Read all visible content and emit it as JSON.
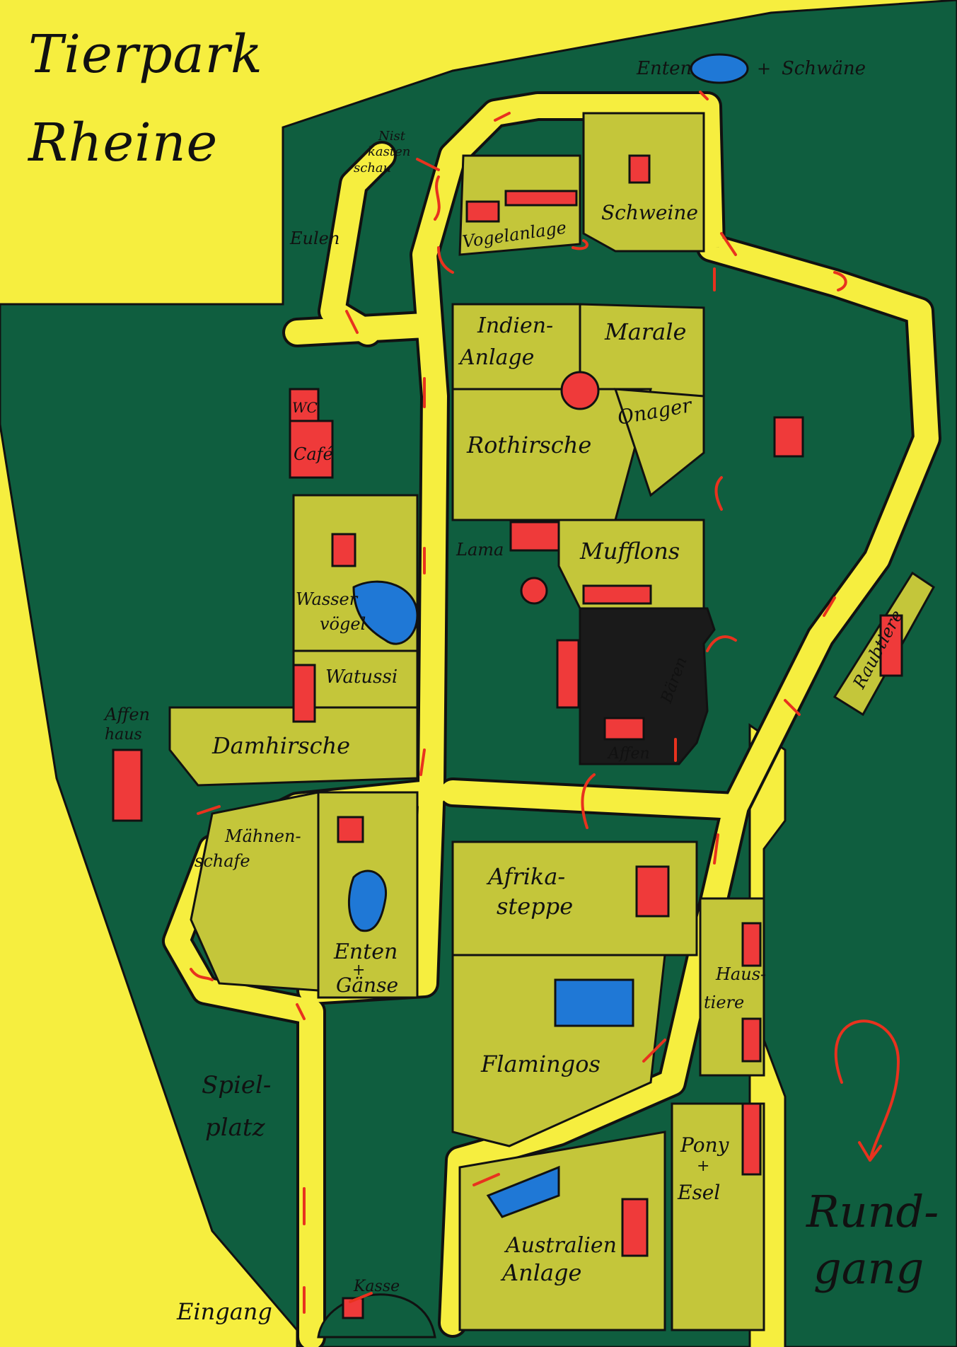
{
  "title": {
    "line1": "Tierpark",
    "line2": "Rheine"
  },
  "legend": {
    "line1": "Rund-",
    "line2": "gang"
  },
  "colors": {
    "background": "#f6ee3f",
    "forest": "#0f5e3f",
    "enclosure": "#c4c63a",
    "path": "#f6ee3f",
    "building": "#ef3a3a",
    "water": "#1f78d6",
    "bear_area": "#1a1a1a",
    "arrow": "#e8321e"
  },
  "labels": {
    "enten_schwaene_a": "Enten",
    "enten_schwaene_plus": "+",
    "enten_schwaene_b": "Schwäne",
    "nistkasten_1": "Nist",
    "nistkasten_2": "kasten",
    "nistkasten_3": "schau",
    "eulen": "Eulen",
    "vogelanlage": "Vogelanlage",
    "schweine": "Schweine",
    "wc": "WC",
    "cafe": "Café",
    "indien_1": "Indien-",
    "indien_2": "Anlage",
    "marale": "Marale",
    "onager": "Onager",
    "rothirsche": "Rothirsche",
    "lama": "Lama",
    "mufflons": "Mufflons",
    "wasser_1": "Wasser",
    "wasser_2": "vögel",
    "watussi": "Watussi",
    "baeren": "Bären",
    "affen": "Affen",
    "affenhaus_1": "Affen",
    "affenhaus_2": "haus",
    "damhirsche": "Damhirsche",
    "raubtiere": "Raubtiere",
    "maehnen_1": "Mähnen-",
    "maehnen_2": "schafe",
    "enten_gaense_1": "Enten",
    "enten_gaense_2": "+",
    "enten_gaense_3": "Gänse",
    "afrika_1": "Afrika-",
    "afrika_2": "steppe",
    "haustiere_1": "Haus-",
    "haustiere_2": "tiere",
    "flamingos": "Flamingos",
    "spielplatz_1": "Spiel-",
    "spielplatz_2": "platz",
    "pony_1": "Pony",
    "pony_2": "+",
    "pony_3": "Esel",
    "australien_1": "Australien",
    "australien_2": "Anlage",
    "kasse": "Kasse",
    "eingang": "Eingang"
  }
}
